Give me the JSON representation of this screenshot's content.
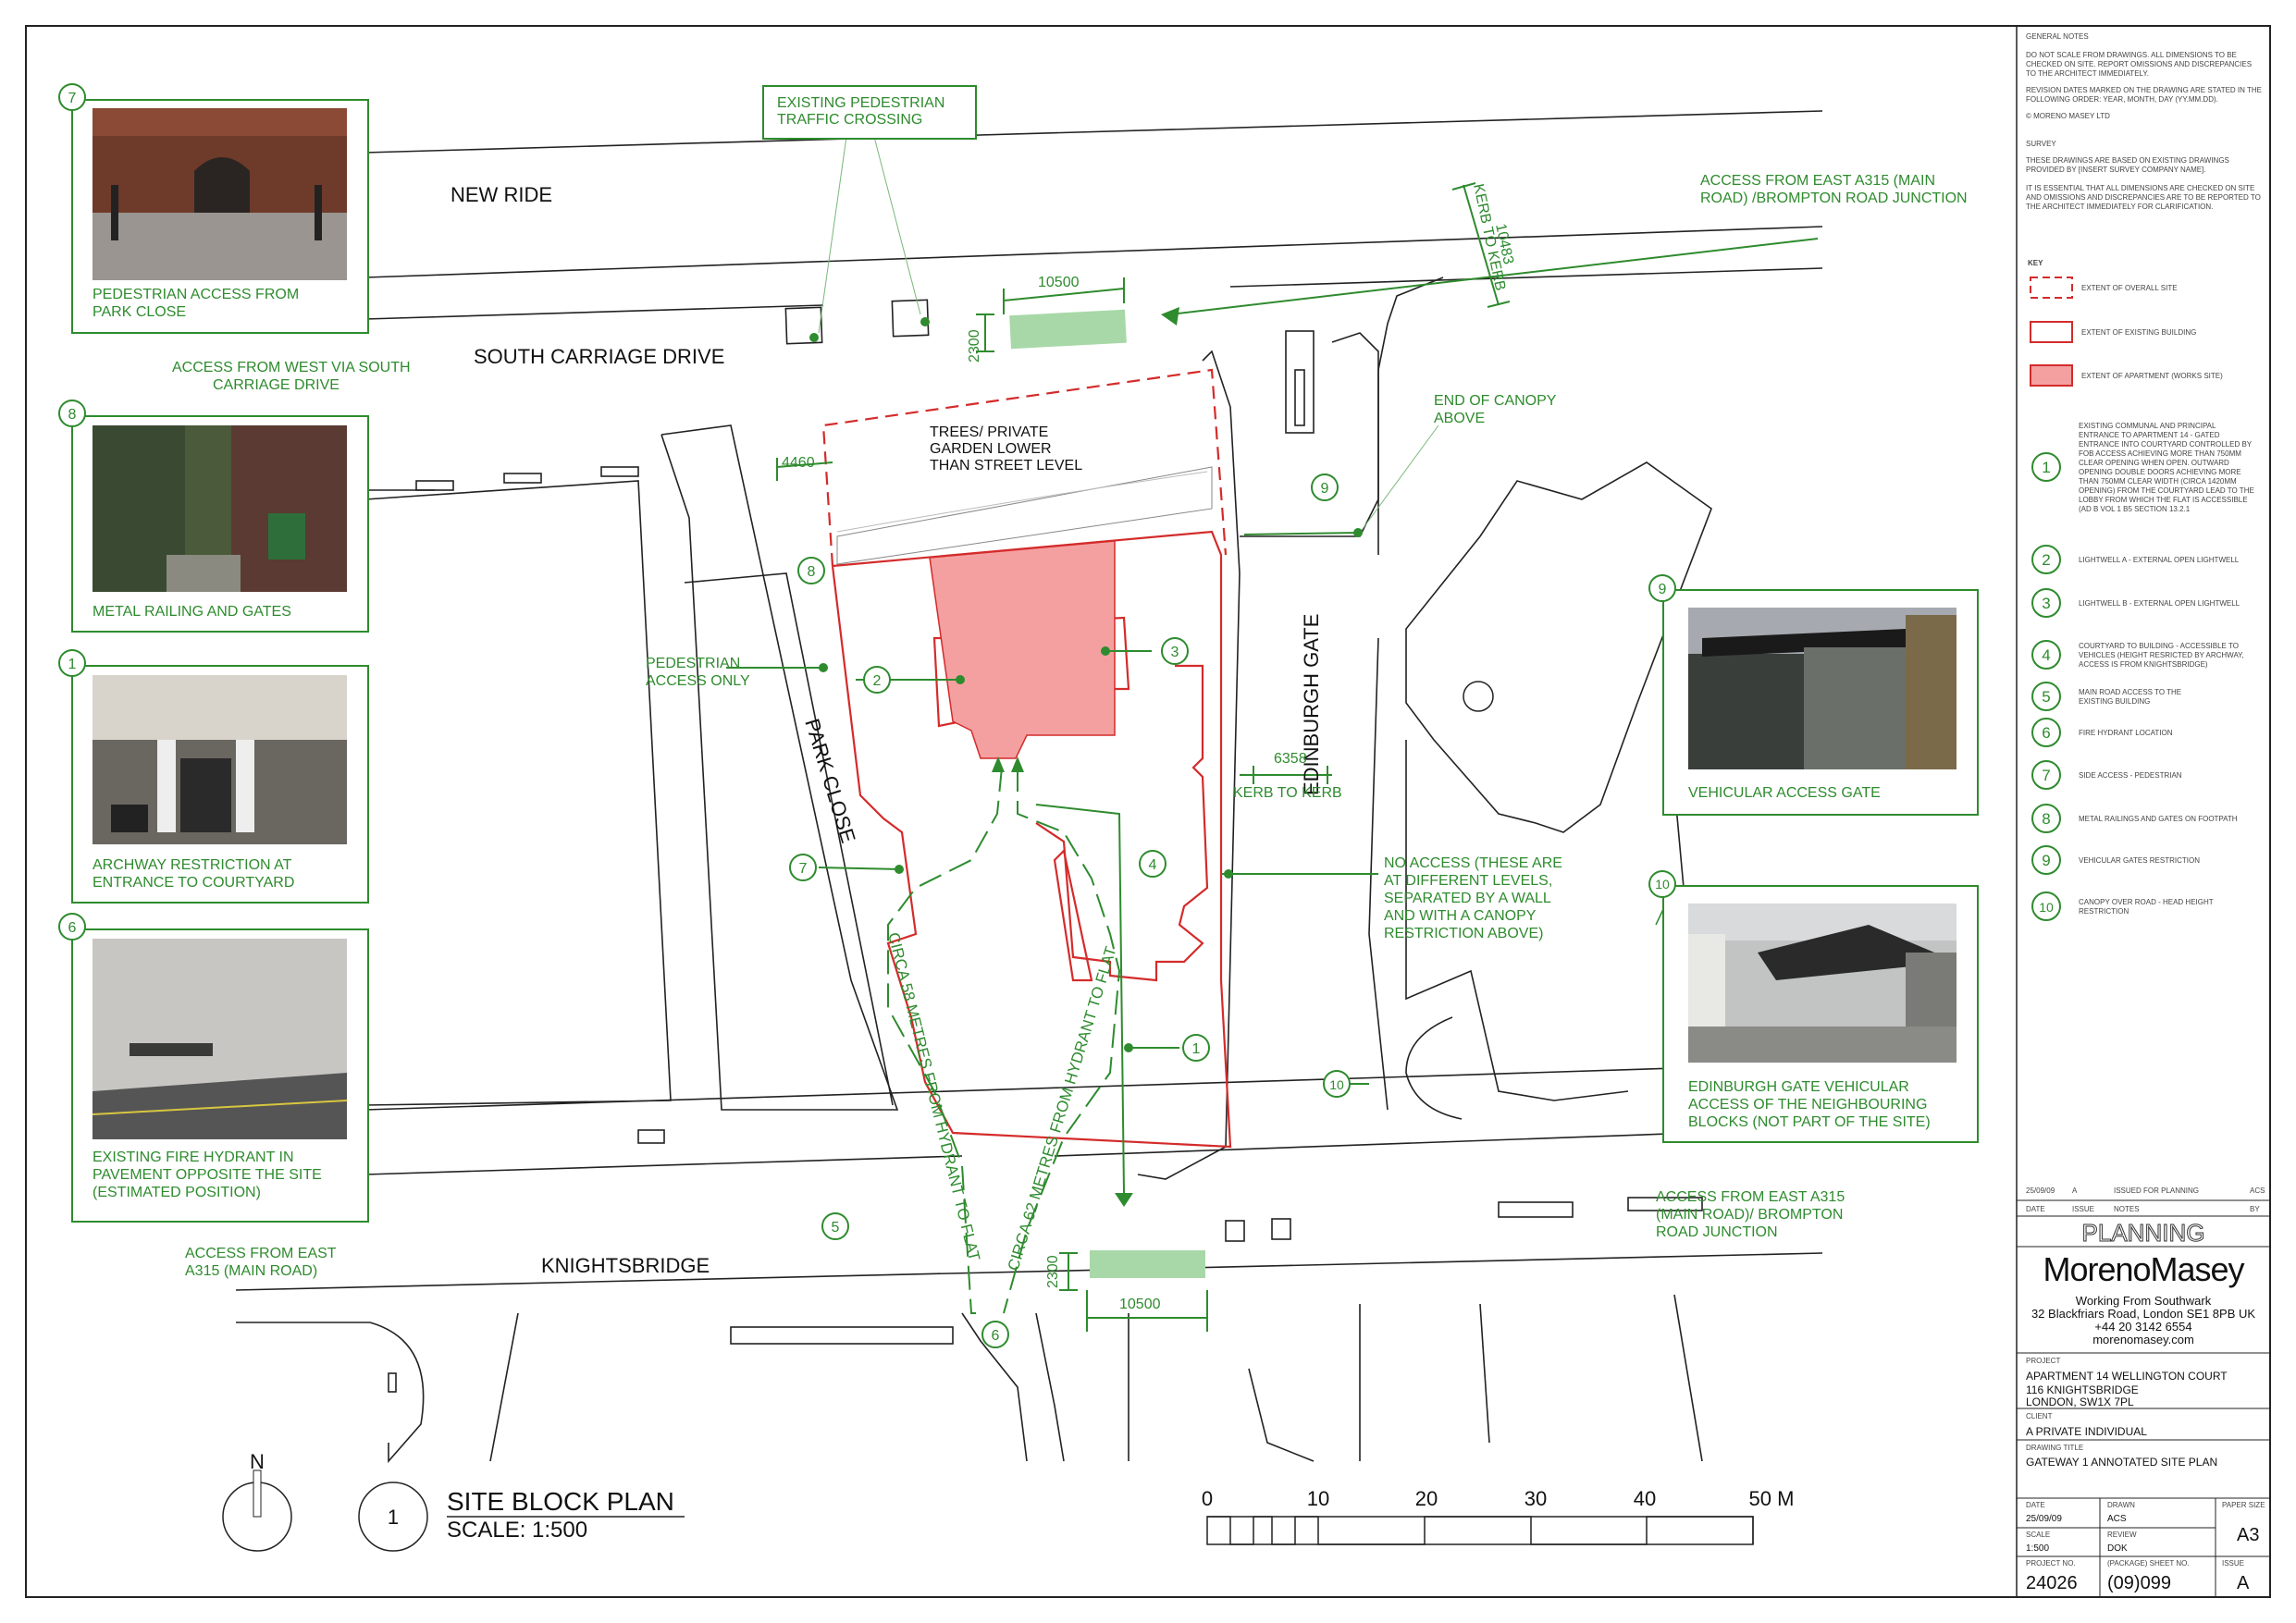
{
  "roads": {
    "new_ride": "NEW RIDE",
    "south_carriage_drive": "SOUTH CARRIAGE DRIVE",
    "knightsbridge": "KNIGHTSBRIDGE",
    "park_close": "PARK CLOSE",
    "edinburgh_gate": "EDINBURGH GATE"
  },
  "callouts": {
    "existing_crossing": [
      "EXISTING PEDESTRIAN",
      "TRAFFIC CROSSING"
    ],
    "access_east_top": [
      "ACCESS FROM EAST A315 (MAIN",
      "ROAD) /BROMPTON ROAD JUNCTION"
    ],
    "access_west": [
      "ACCESS FROM WEST VIA SOUTH",
      "CARRIAGE DRIVE"
    ],
    "trees_garden": [
      "TREES/ PRIVATE",
      "GARDEN LOWER",
      "THAN STREET LEVEL"
    ],
    "end_canopy": [
      "END OF CANOPY",
      "ABOVE"
    ],
    "pedestrian_only": [
      "PEDESTRIAN",
      "ACCESS ONLY"
    ],
    "no_access": [
      "NO ACCESS (THESE ARE",
      "AT DIFFERENT LEVELS,",
      "SEPARATED BY A WALL",
      "AND WITH A CANOPY",
      "RESTRICTION ABOVE)"
    ],
    "access_east_bottom_right": [
      "ACCESS FROM EAST A315",
      "(MAIN ROAD)/ BROMPTON",
      "ROAD JUNCTION"
    ],
    "access_east_bottom_left": [
      "ACCESS FROM EAST",
      "A315 (MAIN ROAD)"
    ],
    "kerb_to_kerb": "KERB TO KERB",
    "hydrant_58": "CIRCA 58 METRES FROM HYDRANT TO FLAT",
    "hydrant_62": "CIRCA 62 METRES FROM HYDRANT TO FLAT"
  },
  "dimensions": {
    "top_width": "10500",
    "top_height": "2300",
    "kerb_top": "10483",
    "kerb_top_label": "KERB TO KERB",
    "park_close_width": "4460",
    "edinburgh_width": "6358",
    "bottom_width": "10500",
    "bottom_height": "2300"
  },
  "markers": [
    "1",
    "2",
    "3",
    "4",
    "5",
    "6",
    "7",
    "8",
    "9",
    "10"
  ],
  "photos": {
    "p7": {
      "num": "7",
      "caption": [
        "PEDESTRIAN ACCESS FROM",
        "PARK CLOSE"
      ]
    },
    "p8": {
      "num": "8",
      "caption": [
        "METAL RAILING AND GATES"
      ]
    },
    "p1": {
      "num": "1",
      "caption": [
        "ARCHWAY RESTRICTION AT",
        "ENTRANCE TO COURTYARD"
      ]
    },
    "p6": {
      "num": "6",
      "caption": [
        "EXISTING FIRE HYDRANT IN",
        "PAVEMENT OPPOSITE THE SITE",
        "(ESTIMATED POSITION)"
      ]
    },
    "p9": {
      "num": "9",
      "caption": [
        "VEHICULAR ACCESS GATE"
      ]
    },
    "p10": {
      "num": "10",
      "caption": [
        "EDINBURGH GATE VEHICULAR",
        "ACCESS OF THE NEIGHBOURING",
        "BLOCKS (NOT PART OF THE SITE)"
      ]
    }
  },
  "title_block_drawing": {
    "num": "1",
    "title": "SITE BLOCK PLAN",
    "scale": "SCALE: 1:500",
    "north": "N",
    "scale_ticks": [
      "0",
      "10",
      "20",
      "30",
      "40",
      "50 M"
    ]
  },
  "notes": {
    "general_heading": "GENERAL NOTES",
    "general_1": [
      "DO NOT SCALE FROM DRAWINGS. ALL DIMENSIONS TO BE",
      "CHECKED ON SITE. REPORT OMISSIONS AND DISCREPANCIES",
      "TO THE ARCHITECT IMMEDIATELY."
    ],
    "general_2": [
      "REVISION DATES MARKED ON THE DRAWING ARE STATED IN THE",
      "FOLLOWING ORDER: YEAR, MONTH, DAY (YY.MM.DD)."
    ],
    "copyright": "©  MORENO MASEY LTD",
    "survey_heading": "SURVEY",
    "survey_1": [
      "THESE DRAWINGS ARE BASED ON EXISTING DRAWINGS",
      "PROVIDED BY [INSERT SURVEY COMPANY NAME]."
    ],
    "survey_2": [
      "IT IS ESSENTIAL THAT ALL DIMENSIONS ARE CHECKED ON SITE",
      "AND OMISSIONS AND DISCREPANCIES ARE TO BE REPORTED TO",
      "THE ARCHITECT IMMEDIATELY FOR CLARIFICATION."
    ],
    "key_heading": "KEY",
    "key_items": [
      "EXTENT OF OVERALL SITE",
      "EXTENT OF EXISTING BUILDING",
      "EXTENT OF APARTMENT (WORKS SITE)"
    ],
    "legend": [
      {
        "num": "1",
        "lines": [
          "EXISTING COMMUNAL AND PRINCIPAL",
          "ENTRANCE TO APARTMENT 14 - GATED",
          "ENTRANCE INTO COURTYARD CONTROLLED BY",
          "FOB ACCESS ACHIEVING MORE THAN 750MM",
          "CLEAR OPENING WHEN OPEN. OUTWARD",
          "OPENING DOUBLE DOORS ACHIEVING MORE",
          "THAN 750MM CLEAR WIDTH (CIRCA 1420MM",
          "OPENING) FROM THE COURTYARD LEAD TO THE",
          "LOBBY FROM WHICH THE FLAT IS ACCESSIBLE",
          "(AD B VOL 1 B5 SECTION 13.2.1"
        ]
      },
      {
        "num": "2",
        "lines": [
          "LIGHTWELL A - EXTERNAL OPEN LIGHTWELL"
        ]
      },
      {
        "num": "3",
        "lines": [
          "LIGHTWELL B - EXTERNAL OPEN LIGHTWELL"
        ]
      },
      {
        "num": "4",
        "lines": [
          "COURTYARD TO BUILDING - ACCESSIBLE TO",
          "VEHICLES (HEIGHT RESRICTED BY ARCHWAY,",
          "ACCESS IS FROM KNIGHTSBRIDGE)"
        ]
      },
      {
        "num": "5",
        "lines": [
          "MAIN ROAD ACCESS TO THE",
          "EXISTING BUILDING"
        ]
      },
      {
        "num": "6",
        "lines": [
          "FIRE HYDRANT LOCATION"
        ]
      },
      {
        "num": "7",
        "lines": [
          "SIDE ACCESS - PEDESTRIAN"
        ]
      },
      {
        "num": "8",
        "lines": [
          "METAL RAILINGS AND GATES ON FOOTPATH"
        ]
      },
      {
        "num": "9",
        "lines": [
          "VEHICULAR GATES RESTRICTION"
        ]
      },
      {
        "num": "10",
        "lines": [
          "CANOPY OVER ROAD - HEAD HEIGHT",
          "RESTRICTION"
        ]
      }
    ]
  },
  "revision": {
    "date": "25/09/09",
    "issue": "A",
    "notes": "ISSUED FOR PLANNING",
    "by": "ACS",
    "headers": [
      "DATE",
      "ISSUE",
      "NOTES",
      "BY"
    ]
  },
  "title_block": {
    "status": "PLANNING",
    "company": "MorenoMasey",
    "address": [
      "Working From Southwark",
      "32 Blackfriars Road, London SE1 8PB UK",
      "+44 20 3142 6554",
      "morenomasey.com"
    ],
    "project_label": "PROJECT",
    "project": [
      "APARTMENT 14 WELLINGTON COURT",
      "116 KNIGHTSBRIDGE",
      "LONDON, SW1X 7PL"
    ],
    "client_label": "CLIENT",
    "client": "A PRIVATE INDIVIDUAL",
    "title_label": "DRAWING TITLE",
    "title": "GATEWAY 1 ANNOTATED SITE PLAN",
    "date_label": "DATE",
    "date": "25/09/09",
    "drawn_label": "DRAWN",
    "drawn": "ACS",
    "paper_label": "PAPER SIZE",
    "paper": "A3",
    "scale_label": "SCALE",
    "scale": "1:500",
    "review_label": "REVIEW",
    "review": "DOK",
    "projno_label": "PROJECT NO.",
    "projno": "24026",
    "sheet_label": "(PACKAGE) SHEET NO.",
    "sheet": "(09)099",
    "issue_label": "ISSUE",
    "issue": "A"
  },
  "colors": {
    "green": "#2e8b2e",
    "red": "#d42b2b",
    "apartment_fill": "#f4a0a0",
    "crossing_fill": "#a8d8a8"
  }
}
